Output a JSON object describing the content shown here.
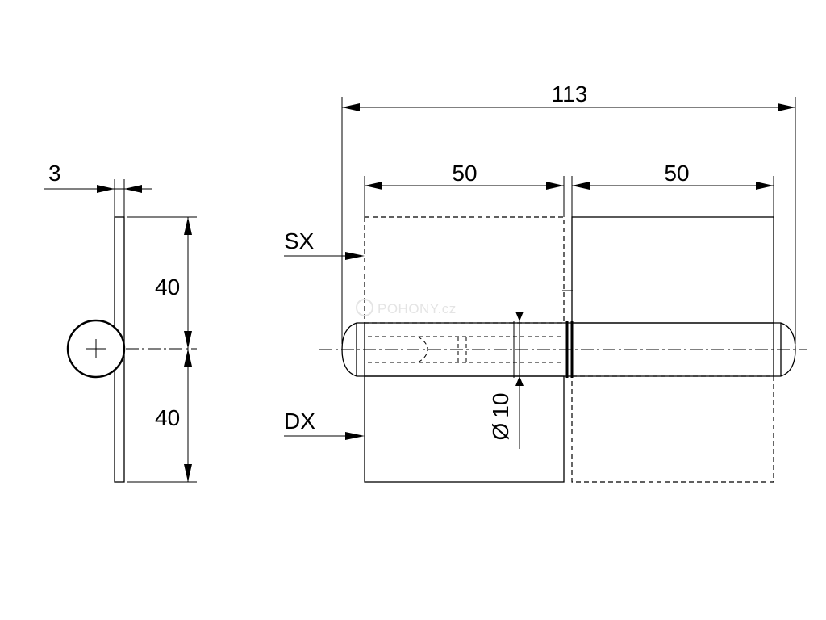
{
  "drawing": {
    "dimensions": {
      "plate_thickness": "3",
      "leaf_height_upper": "40",
      "leaf_height_lower": "40",
      "total_length": "113",
      "leaf_length_left": "50",
      "leaf_length_right": "50",
      "pin_diameter": "10"
    },
    "diameter_symbol": "Ø",
    "variant_labels": {
      "left": "SX",
      "right": "DX"
    },
    "watermark": "POHONY.cz"
  }
}
